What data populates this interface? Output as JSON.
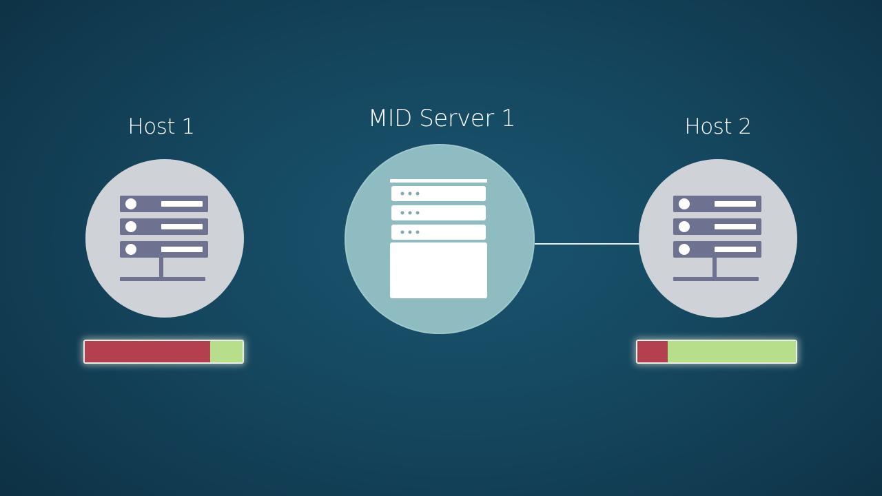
{
  "diagram": {
    "nodes": [
      {
        "id": "host1",
        "label": "Host 1",
        "usage_fraction": 0.795
      },
      {
        "id": "mid1",
        "label": "MID Server 1"
      },
      {
        "id": "host2",
        "label": "Host 2",
        "usage_fraction": 0.19
      }
    ],
    "edges": [
      {
        "from": "mid1",
        "to": "host2"
      }
    ]
  },
  "colors": {
    "background": "#154860",
    "host_circle": "#cfd3d8",
    "mid_circle": "#8fbcc1",
    "server_unit": "#6d7290",
    "usage_used": "#b43f4e",
    "usage_free": "#b7de8a"
  },
  "icons": {
    "host": "server-rack-network-icon",
    "mid": "server-tower-icon"
  }
}
